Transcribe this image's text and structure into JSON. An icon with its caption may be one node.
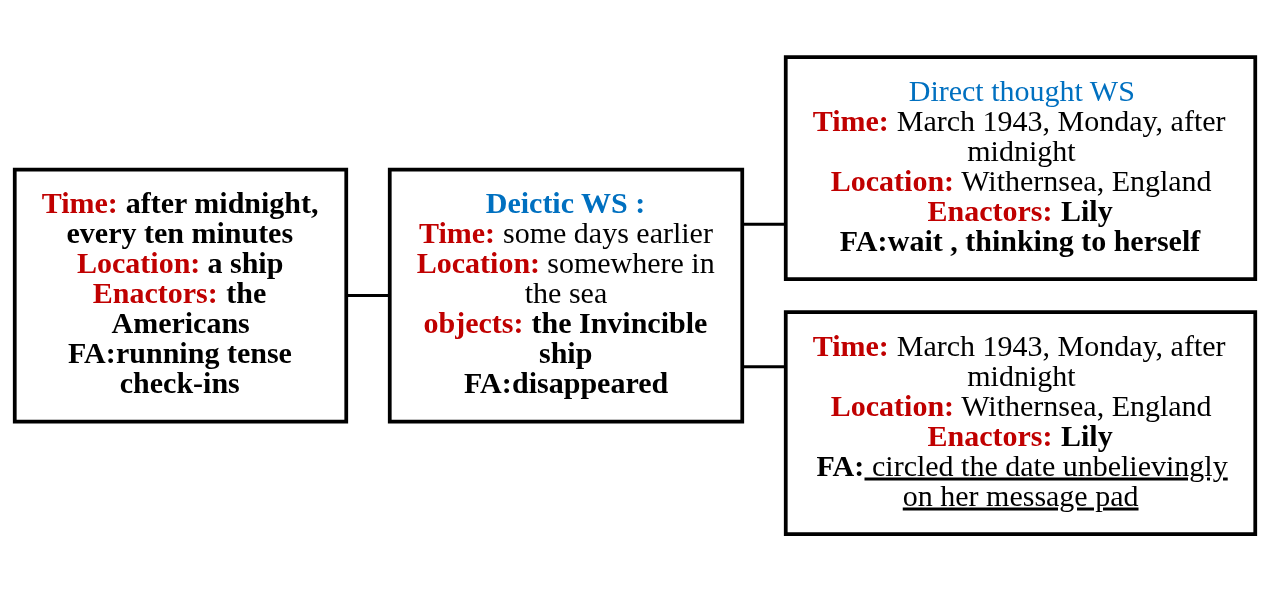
{
  "diagram": {
    "nodes": [
      {
        "text": [
          "Time: after midnight, every ten minutes",
          "Location: a ship",
          "Enactors: the Americans",
          "FA:running tense check-ins"
        ]
      },
      {
        "text": [
          "Deictic WS :",
          "Time: some days earlier",
          "Location: somewhere in the sea",
          "objects: the Invincible ship",
          "FA:disappeared"
        ]
      },
      {
        "text": [
          "Direct thought WS",
          "Time: March 1943, Monday, after midnight",
          "Location: Withernsea, England",
          "Enactors: Lily",
          "FA:wait , thinking to herself"
        ]
      },
      {
        "text": [
          "Time: March 1943, Monday, after midnight",
          "Location: Withernsea, England",
          "Enactors: Lily",
          "FA: circled the date unbelievingly on her message pad"
        ]
      }
    ],
    "edges": [
      {
        "from": 0,
        "to": 1,
        "arrow": "none"
      },
      {
        "from": 1,
        "to": 2,
        "arrow": "none"
      },
      {
        "from": 1,
        "to": 3,
        "arrow": "none"
      }
    ]
  }
}
